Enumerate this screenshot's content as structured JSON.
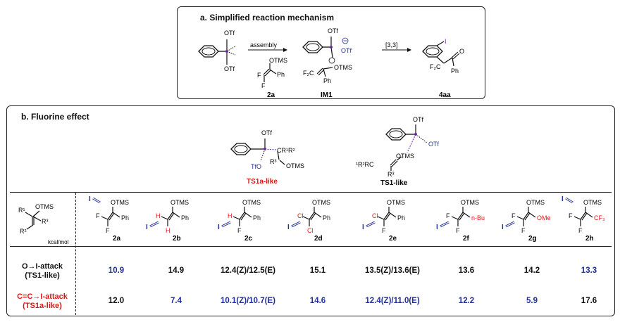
{
  "panel_a": {
    "title": "a. Simplified reaction mechanism",
    "arrow_assembly": "assembly",
    "arrow_rearr": "[3,3]",
    "labels": {
      "otf1": "OTf",
      "otf2": "OTf",
      "otms_2a": "OTMS",
      "ph_2a": "Ph",
      "f_2a_1": "F",
      "f_2a_2": "F",
      "c2a": "2a",
      "otf_im1_1": "OTf",
      "otf_im1_2": "OTf",
      "otms_im1": "OTMS",
      "f2c_im1": "F₂C",
      "ph_im1": "Ph",
      "im1": "IM1",
      "i_4aa": "I",
      "o_4aa": "O",
      "f2c_4aa": "F₂C",
      "ph_4aa": "Ph",
      "c4aa": "4aa"
    }
  },
  "panel_b": {
    "title": "b. Fluorine effect",
    "ts1a_label": "TS1a-like",
    "ts1_label": "TS1-like",
    "ts_labels": {
      "otf_a": "OTf",
      "tfo_a": "TfO",
      "cr1r2": "CR¹R²",
      "r3_a": "R³",
      "otms_a": "OTMS",
      "otf_b1": "OTf",
      "otf_b2": "OTf",
      "r1r2c": "¹R²RC",
      "otms_b": "OTMS",
      "r3_b": "R³"
    },
    "generic": {
      "otms": "OTMS",
      "r1": "R¹",
      "r2": "R²",
      "r3": "R³",
      "unit": "kcal/mol"
    },
    "compounds": [
      {
        "id": "2a",
        "sub_top": "OTMS",
        "sub_right": "Ph",
        "left_top": "F",
        "left_bot": "F"
      },
      {
        "id": "2b",
        "sub_top": "OTMS",
        "sub_right": "Ph",
        "left_top": "H",
        "left_bot": "H"
      },
      {
        "id": "2c",
        "sub_top": "OTMS",
        "sub_right": "Ph",
        "left_top": "H",
        "left_bot": "F"
      },
      {
        "id": "2d",
        "sub_top": "OTMS",
        "sub_right": "Ph",
        "left_top": "Cl",
        "left_bot": "Cl"
      },
      {
        "id": "2e",
        "sub_top": "OTMS",
        "sub_right": "Ph",
        "left_top": "Cl",
        "left_bot": "F"
      },
      {
        "id": "2f",
        "sub_top": "OTMS",
        "sub_right": "n-Bu",
        "left_top": "F",
        "left_bot": "F"
      },
      {
        "id": "2g",
        "sub_top": "OTMS",
        "sub_right": "OMe",
        "left_top": "F",
        "left_bot": "F"
      },
      {
        "id": "2h",
        "sub_top": "OTMS",
        "sub_right": "CF₃",
        "left_top": "F",
        "left_bot": "F"
      }
    ],
    "iodine": "I",
    "rows": [
      {
        "label_line1": "O→I-attack",
        "label_line2": "(TS1-like)",
        "values": [
          "10.9",
          "14.9",
          "12.4(Z)/12.5(E)",
          "15.1",
          "13.5(Z)/13.6(E)",
          "13.6",
          "14.2",
          "13.3"
        ],
        "colors": [
          "#24309a",
          "#111111",
          "#111111",
          "#111111",
          "#111111",
          "#111111",
          "#111111",
          "#24309a"
        ]
      },
      {
        "label_line1": "C=C→I-attack",
        "label_line2": "(TS1a-like)",
        "values": [
          "12.0",
          "7.4",
          "10.1(Z)/10.7(E)",
          "14.6",
          "12.4(Z)/11.0(E)",
          "12.2",
          "5.9",
          "17.6"
        ],
        "colors": [
          "#111111",
          "#24309a",
          "#24309a",
          "#24309a",
          "#24309a",
          "#24309a",
          "#24309a",
          "#111111"
        ]
      }
    ],
    "colors": {
      "blue": "#24309a",
      "red": "#e01616",
      "purple": "#6a2aa0"
    }
  }
}
